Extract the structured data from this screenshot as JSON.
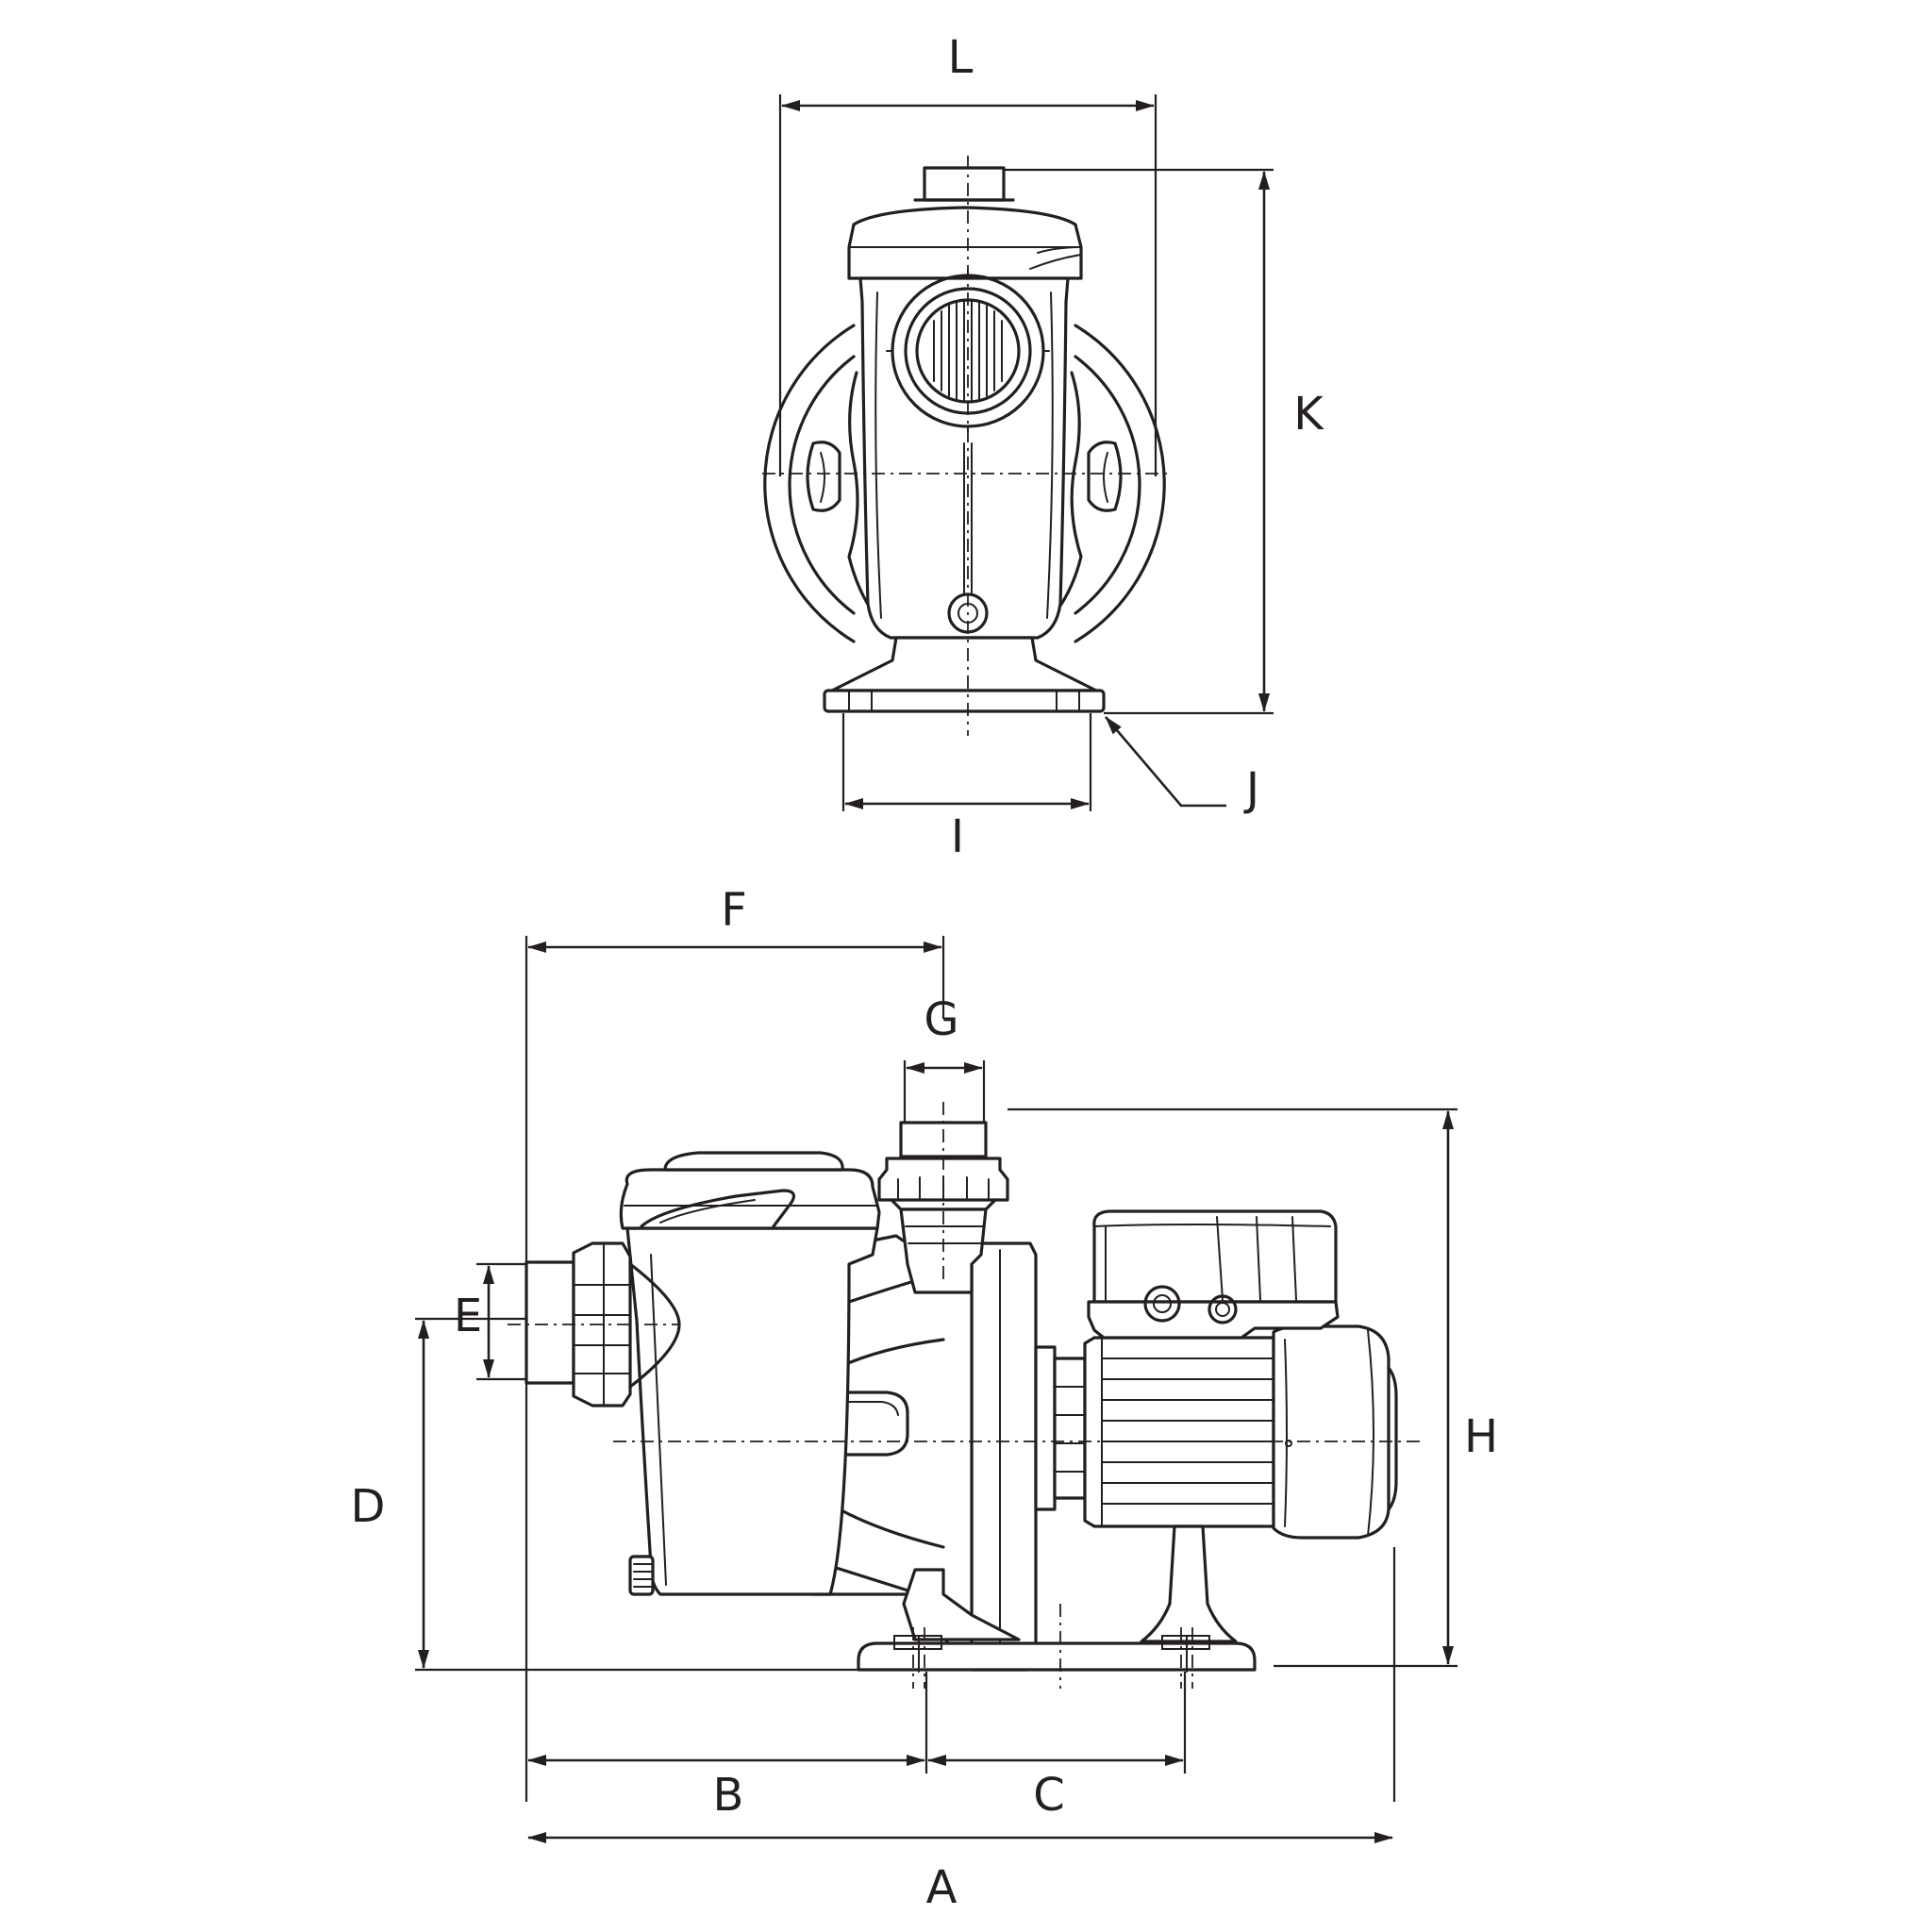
{
  "diagram": {
    "labels": {
      "L": "L",
      "K": "K",
      "J": "J",
      "I": "I",
      "F": "F",
      "G": "G",
      "E": "E",
      "D": "D",
      "H": "H",
      "B": "B",
      "C": "C",
      "A": "A"
    },
    "colors": {
      "stroke": "#231f20",
      "background": "#ffffff"
    },
    "views": [
      "front-view",
      "side-view"
    ]
  }
}
